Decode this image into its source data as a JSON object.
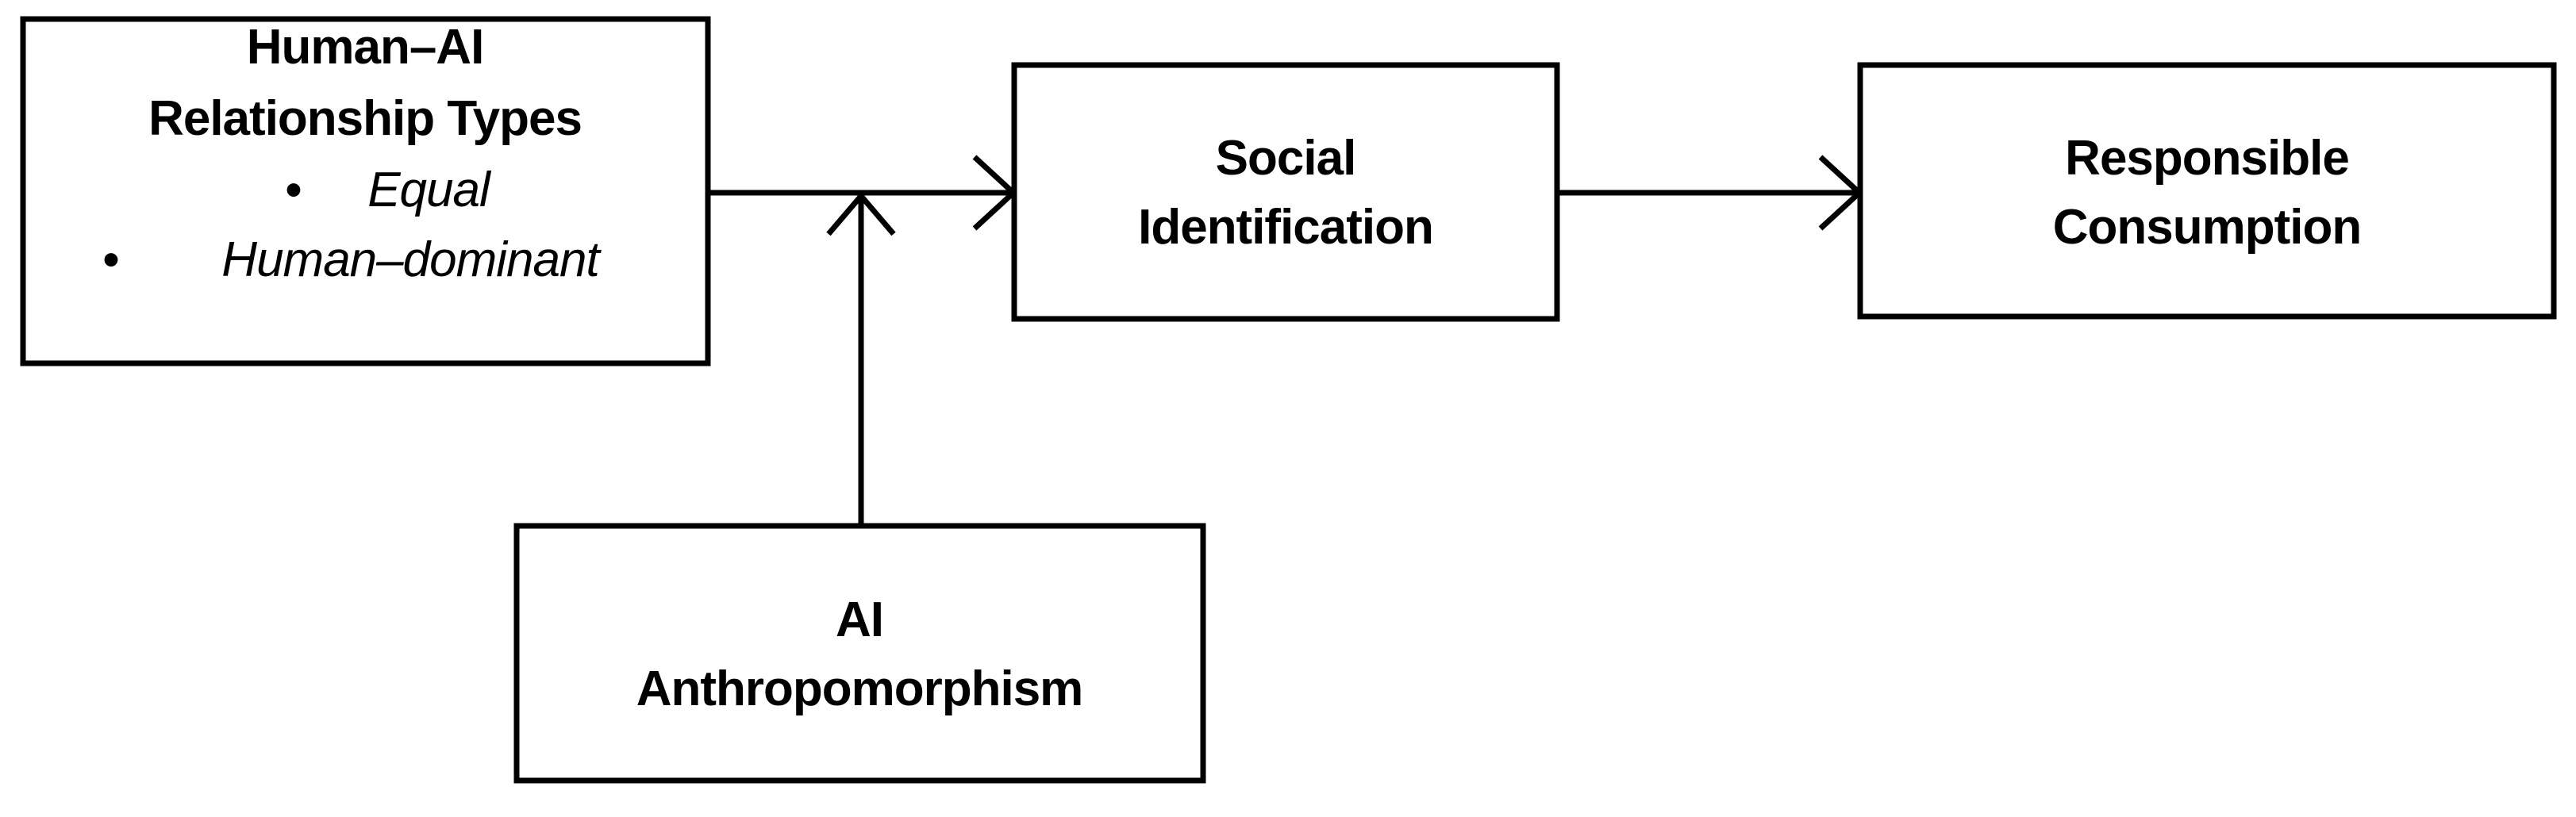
{
  "figure": {
    "type": "conceptual-model-diagram",
    "background_color": "#ffffff",
    "line_color": "#000000",
    "text_color": "#000000"
  },
  "nodes": {
    "relationship_types": {
      "title_line1": "Human–AI",
      "title_line2": "Relationship Types",
      "bullets": [
        {
          "marker": "•",
          "label": "Equal"
        },
        {
          "marker": "•",
          "label": "Human–dominant"
        }
      ]
    },
    "social_identification": {
      "line1": "Social",
      "line2": "Identification"
    },
    "responsible_consumption": {
      "line1": "Responsible",
      "line2": "Consumption"
    },
    "ai_anthropomorphism": {
      "line1": "AI",
      "line2": "Anthropomorphism"
    }
  },
  "connectors": [
    {
      "name": "relationship-types-to-social-identification",
      "from": "relationship_types",
      "to": "social_identification",
      "style": "solid-arrow",
      "direction": "right"
    },
    {
      "name": "social-identification-to-responsible-consumption",
      "from": "social_identification",
      "to": "responsible_consumption",
      "style": "solid-arrow",
      "direction": "right"
    },
    {
      "name": "ai-anthropomorphism-moderator",
      "from": "ai_anthropomorphism",
      "to": "relationship-types-to-social-identification-path",
      "style": "solid-arrow",
      "direction": "up"
    }
  ]
}
